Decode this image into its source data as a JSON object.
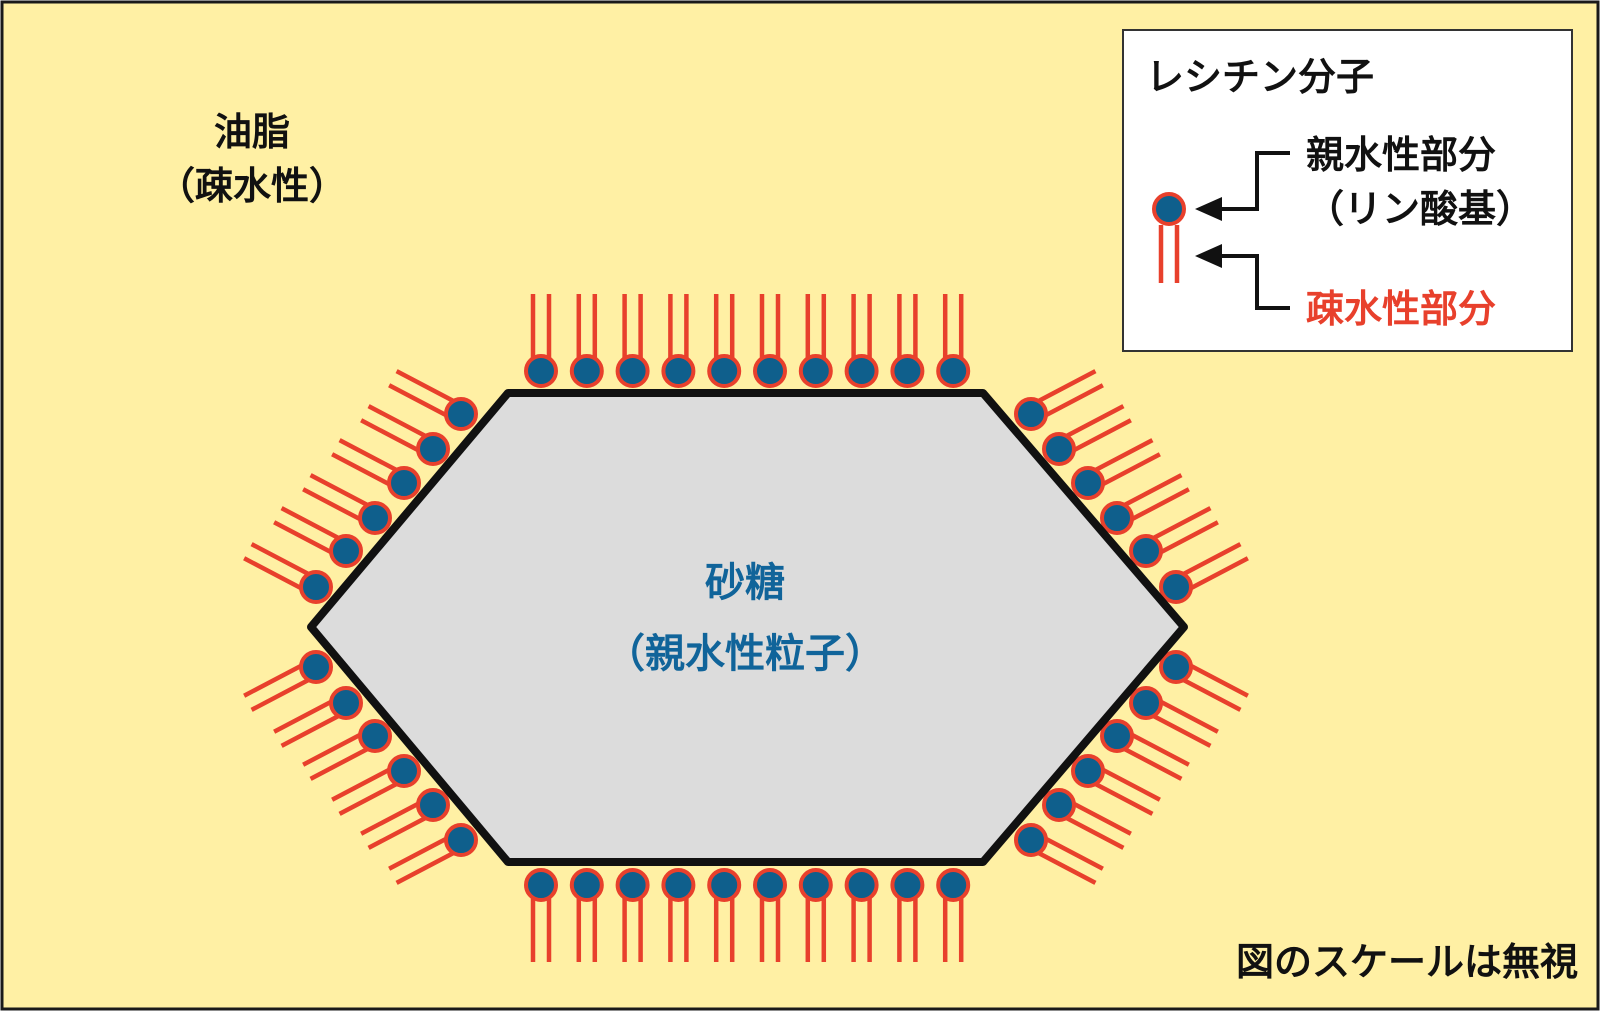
{
  "labels": {
    "oil_line1": "油脂",
    "oil_line2": "（疎水性）",
    "particle_line1": "砂糖",
    "particle_line2": "（親水性粒子）",
    "note": "図のスケールは無視"
  },
  "legend": {
    "title": "レシチン分子",
    "hydrophilic_line1": "親水性部分",
    "hydrophilic_line2": "（リン酸基）",
    "hydrophobic": "疎水性部分"
  },
  "colors": {
    "background": "#FFF0A4",
    "border": "#1A1A1A",
    "particle_fill": "#DCDCDC",
    "head": "#0F5F8C",
    "tail": "#E8402C",
    "particle_text": "#10649A",
    "hydrophobic_text": "#E8402C",
    "text": "#111111"
  }
}
